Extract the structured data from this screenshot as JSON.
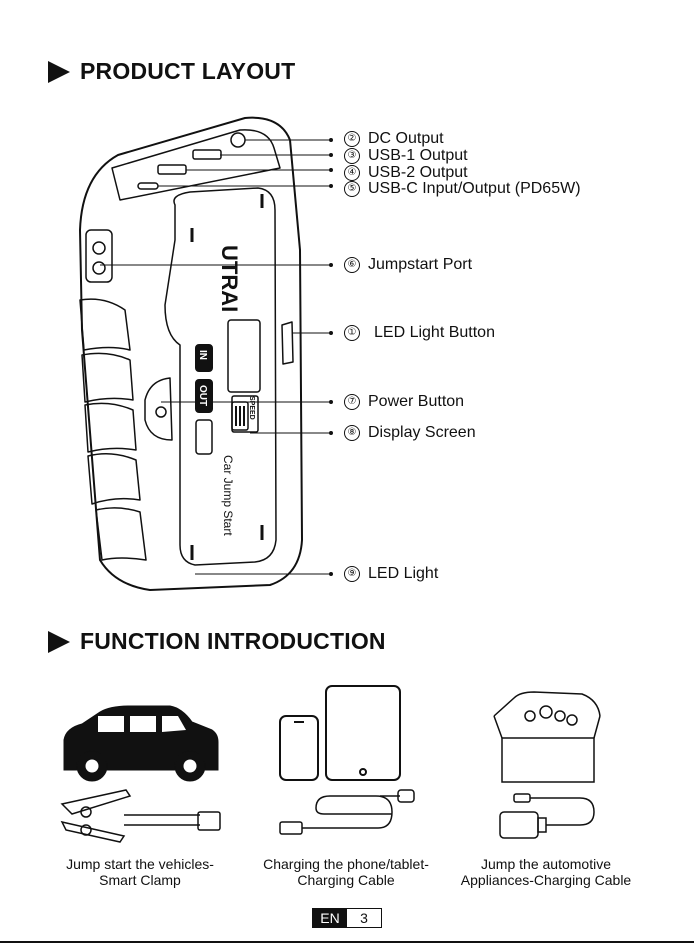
{
  "sections": {
    "layout_title": "PRODUCT LAYOUT",
    "function_title": "FUNCTION INTRODUCTION"
  },
  "device": {
    "brand": "UTRAI",
    "label": "Car Jump Start",
    "speed_label": "SPEED",
    "in_label": "IN",
    "out_label": "OUT"
  },
  "callouts": [
    {
      "num": "②",
      "label": "DC Output"
    },
    {
      "num": "③",
      "label": "USB-1 Output"
    },
    {
      "num": "④",
      "label": "USB-2 Output"
    },
    {
      "num": "⑤",
      "label": "USB-C Input/Output (PD65W)"
    },
    {
      "num": "⑥",
      "label": "Jumpstart Port"
    },
    {
      "num": "①",
      "label": "LED Light Button"
    },
    {
      "num": "⑦",
      "label": "Power Button"
    },
    {
      "num": "⑧",
      "label": "Display Screen"
    },
    {
      "num": "⑨",
      "label": "LED Light"
    }
  ],
  "functions": [
    {
      "line1": "Jump start the vehicles-",
      "line2": "Smart Clamp"
    },
    {
      "line1": "Charging the phone/tablet-",
      "line2": "Charging Cable"
    },
    {
      "line1": "Jump the automotive",
      "line2": "Appliances-Charging Cable"
    }
  ],
  "footer": {
    "lang": "EN",
    "page": "3"
  }
}
